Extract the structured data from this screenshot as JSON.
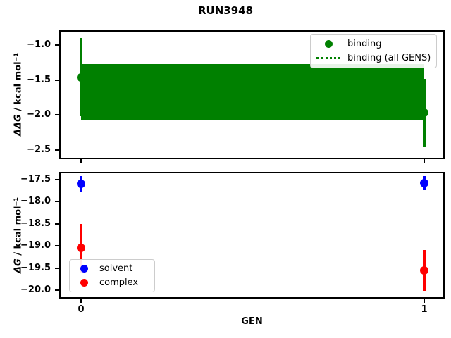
{
  "figure": {
    "title": "RUN3948",
    "background": "#ffffff"
  },
  "chart_data": [
    {
      "type": "scatter",
      "subplot": "top",
      "ylabel": "ΔΔG / kcal mol⁻¹",
      "ylabel_math": "ΔΔG",
      "ylabel_rest": " / kcal mol⁻¹",
      "xlabel": "",
      "xlim": [
        -0.0595,
        1.0555
      ],
      "ylim": [
        -2.615,
        -0.805
      ],
      "grid": false,
      "ytick_values": [
        -1.0,
        -1.5,
        -2.0,
        -2.5
      ],
      "ytick_labels": [
        "−1.0",
        "−1.5",
        "−2.0",
        "−2.5"
      ],
      "xtick_values": [
        0,
        1
      ],
      "xtick_labels": [
        "",
        ""
      ],
      "series": [
        {
          "name": "binding",
          "color": "#008000",
          "marker": "circle",
          "x": [
            0,
            1
          ],
          "y": [
            -1.46,
            -1.97
          ],
          "yerr": [
            0.56,
            0.49
          ]
        },
        {
          "name": "binding (all GENS)",
          "color": "#008000",
          "line_style": "dotted",
          "mean": -1.67,
          "band": [
            -2.07,
            -1.27
          ],
          "band_x": [
            0,
            1
          ]
        }
      ],
      "legend": {
        "position": "upper right",
        "entries": [
          {
            "label": "binding",
            "marker": "dot",
            "color": "#008000"
          },
          {
            "label": "binding (all GENS)",
            "marker": "dotted-line",
            "color": "#008000"
          }
        ]
      }
    },
    {
      "type": "scatter",
      "subplot": "bottom",
      "ylabel": "ΔG / kcal mol⁻¹",
      "ylabel_math": "ΔG",
      "ylabel_rest": " / kcal mol⁻¹",
      "xlabel": "GEN",
      "xlim": [
        -0.0595,
        1.0555
      ],
      "ylim": [
        -20.16,
        -17.36
      ],
      "grid": false,
      "ytick_values": [
        -17.5,
        -18.0,
        -18.5,
        -19.0,
        -19.5,
        -20.0
      ],
      "ytick_labels": [
        "−17.5",
        "−18.0",
        "−18.5",
        "−19.0",
        "−19.5",
        "−20.0"
      ],
      "xtick_values": [
        0,
        1
      ],
      "xtick_labels": [
        "0",
        "1"
      ],
      "series": [
        {
          "name": "solvent",
          "color": "#0000ff",
          "marker": "circle",
          "x": [
            0,
            1
          ],
          "y": [
            -17.6,
            -17.58
          ],
          "yerr": [
            0.17,
            0.16
          ]
        },
        {
          "name": "complex",
          "color": "#ff0000",
          "marker": "circle",
          "x": [
            0,
            1
          ],
          "y": [
            -19.05,
            -19.55
          ],
          "yerr": [
            0.55,
            0.46
          ]
        }
      ],
      "legend": {
        "position": "lower left",
        "entries": [
          {
            "label": "solvent",
            "marker": "dot",
            "color": "#0000ff"
          },
          {
            "label": "complex",
            "marker": "dot",
            "color": "#ff0000"
          }
        ]
      }
    }
  ]
}
